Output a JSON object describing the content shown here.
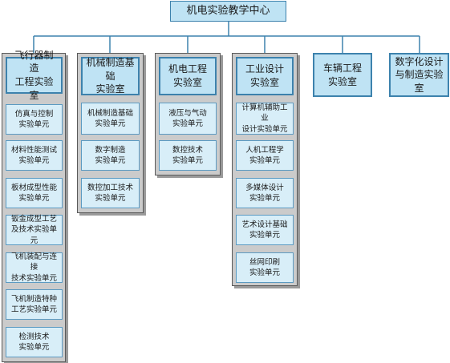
{
  "root": {
    "label": "机电实验教学中心"
  },
  "departments": [
    {
      "label": "飞行器制造\n工程实验室",
      "units": [
        "仿真与控制\n实验单元",
        "材料性能测试\n实验单元",
        "板材成型性能\n实验单元",
        "钣金成型工艺\n及技术实验单元",
        "飞机装配与连接\n技术实验单元",
        "飞机制造特种\n工艺实验单元",
        "检测技术\n实验单元"
      ]
    },
    {
      "label": "机械制造基础\n实验室",
      "units": [
        "机械制造基础\n实验单元",
        "数字制造\n实验单元",
        "数控加工技术\n实验单元"
      ]
    },
    {
      "label": "机电工程\n实验室",
      "units": [
        "液压与气动\n实验单元",
        "数控技术\n实验单元"
      ]
    },
    {
      "label": "工业设计\n实验室",
      "units": [
        "计算机辅助工业\n设计实验单元",
        "人机工程学\n实验单元",
        "多媒体设计\n实验单元",
        "艺术设计基础\n实验单元",
        "丝网印刷\n实验单元"
      ]
    },
    {
      "label": "车辆工程\n实验室",
      "units": []
    },
    {
      "label": "数字化设计\n与制造实验室",
      "units": []
    }
  ]
}
